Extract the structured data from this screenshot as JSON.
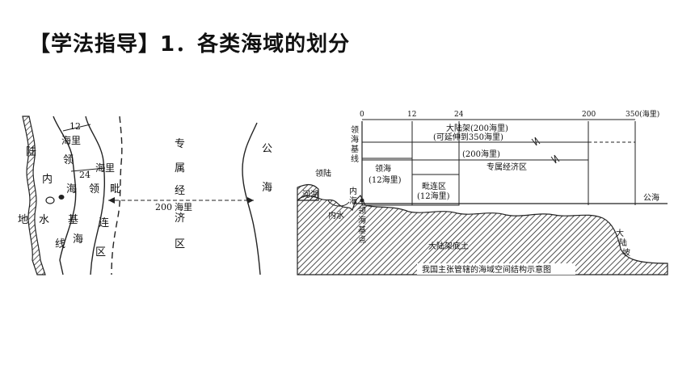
{
  "title": "【学法指导】1．各类海域的划分",
  "left": {
    "land": [
      "陆",
      "地"
    ],
    "baseline": [
      "内",
      "水",
      "基",
      "线"
    ],
    "dist12": "12",
    "unit12": "海里",
    "dist24": "24",
    "unit24": "海里",
    "territorial": [
      "领",
      "海"
    ],
    "contiguous": [
      "领",
      "毗",
      "连",
      "区"
    ],
    "eez": [
      "专",
      "属",
      "经",
      "济",
      "区"
    ],
    "dist200": "200",
    "unit200": "海里",
    "high_seas": [
      "公",
      "海"
    ]
  },
  "right": {
    "ticks": [
      "0",
      "12",
      "24",
      "200",
      "350(海里)"
    ],
    "baseline_label": [
      "领",
      "海",
      "基",
      "线"
    ],
    "shelf_line1": "大陆架(200海里)",
    "shelf_line2": "(可延伸到350海里)",
    "eez_dist": "(200海里)",
    "eez_label": "专属经济区",
    "land_label": "领陆",
    "territorial_label": "领海",
    "territorial_dist": "(12海里)",
    "contiguous_label": "毗连区",
    "contiguous_dist": "(12海里)",
    "inner_water": [
      "内",
      "海"
    ],
    "lake": "河湖",
    "inner_water2": "内水",
    "baseline_point": [
      "领",
      "海",
      "基",
      "点"
    ],
    "shelf_floor": "大陆架底土",
    "slope": [
      "大",
      "陆",
      "坡"
    ],
    "high_seas": "公海",
    "caption": "我国主张管辖的海域空间结构示意图"
  }
}
